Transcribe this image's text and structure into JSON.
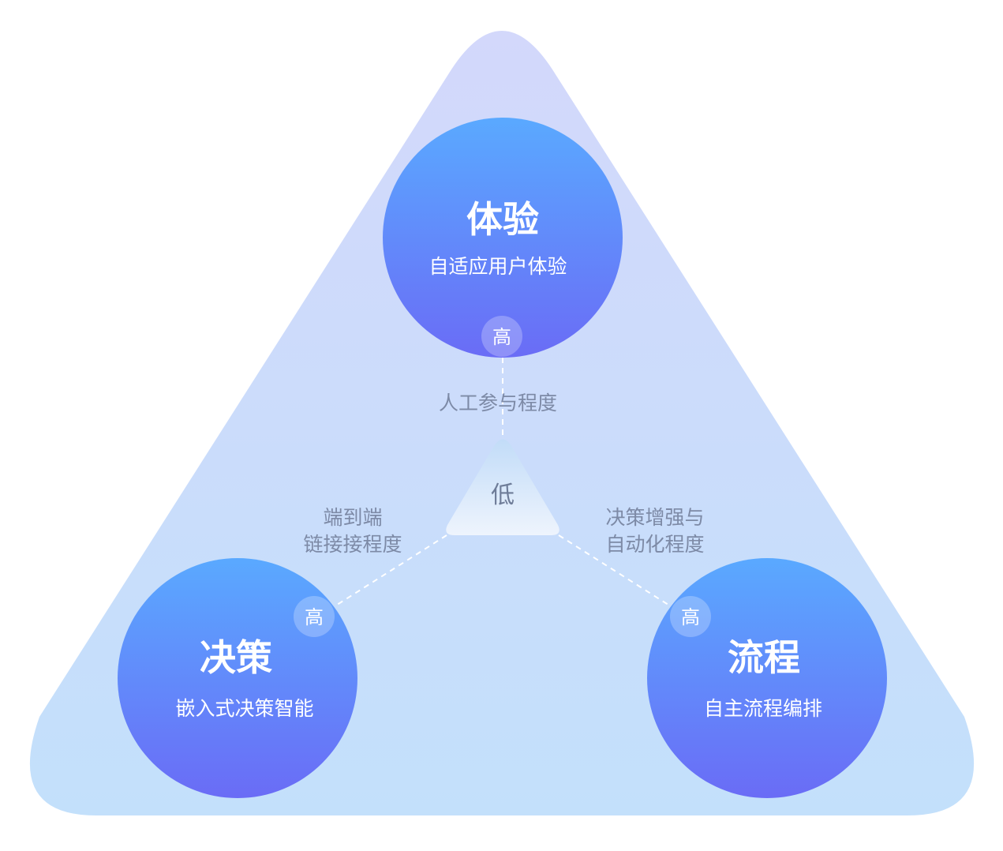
{
  "nodes": {
    "experience": {
      "title": "体验",
      "subtitle": "自适应用户体验",
      "badge": "高"
    },
    "decision": {
      "title": "决策",
      "subtitle": "嵌入式决策智能",
      "badge": "高"
    },
    "process": {
      "title": "流程",
      "subtitle": "自主流程编排",
      "badge": "高"
    }
  },
  "center": {
    "label": "低"
  },
  "axes": {
    "experience": [
      "人工参与程度"
    ],
    "decision": [
      "端到端",
      "链接接程度"
    ],
    "process": [
      "决策增强与",
      "自动化程度"
    ]
  },
  "colors": {
    "circle_top": "#5aa9ff",
    "circle_bottom": "#6a6cf6",
    "triangle_top": "#d3d8fb",
    "triangle_bottom": "#c3e0fb",
    "axis_text": "#7d8aa6"
  }
}
